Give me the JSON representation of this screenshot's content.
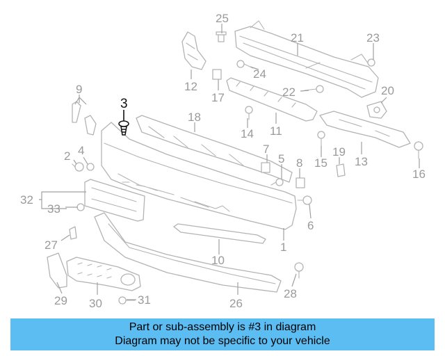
{
  "diagram": {
    "highlighted_callout": "3",
    "callouts": {
      "c1": "1",
      "c2": "2",
      "c3": "3",
      "c4": "4",
      "c5": "5",
      "c6": "6",
      "c7": "7",
      "c8": "8",
      "c9": "9",
      "c10": "10",
      "c11": "11",
      "c12": "12",
      "c13": "13",
      "c14": "14",
      "c15": "15",
      "c16": "16",
      "c17": "17",
      "c18": "18",
      "c19": "19",
      "c20": "20",
      "c21": "21",
      "c22": "22",
      "c23": "23",
      "c24": "24",
      "c25": "25",
      "c26": "26",
      "c27": "27",
      "c28": "28",
      "c29": "29",
      "c30": "30",
      "c31": "31",
      "c32": "32",
      "c33": "33"
    },
    "colors": {
      "line_art": "#b3b3b3",
      "highlight": "#111111",
      "banner": "#5bbdf2"
    }
  },
  "banner": {
    "line1": "Part or sub-assembly is #3 in diagram",
    "line2": "Diagram may not be specific to your vehicle"
  }
}
